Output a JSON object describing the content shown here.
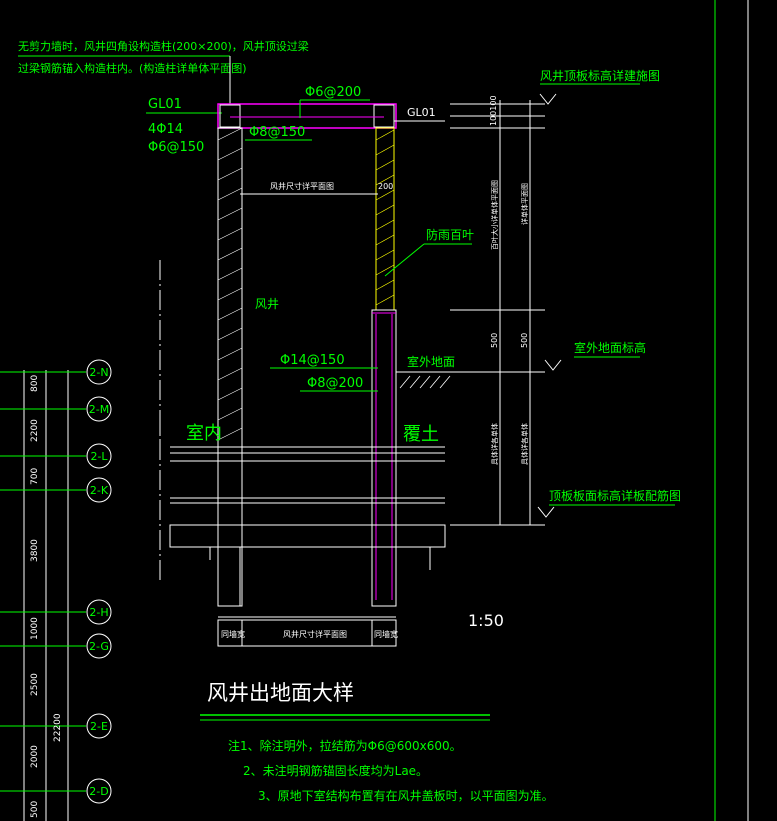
{
  "colors": {
    "background": "#000000",
    "annotation": "#00ff00",
    "wall": "#ffffff",
    "outline": "#ff00ff",
    "hatch_yellow": "#ffff00",
    "dim": "#ffffff",
    "guide": "#00ffff",
    "red": "#ff0000",
    "blue": "#0000ff"
  },
  "notes_top": {
    "line1": "无剪力墙时，风井四角设构造柱(200×200)，风井顶设过梁",
    "line2": "过梁钢筋锚入构造柱内。(构造柱详单体平面图)"
  },
  "labels": {
    "gl01_left": "GL01",
    "gl01_left_rebar": "4Φ14",
    "gl01_left_stirrup": "Φ6@150",
    "gl01_right": "GL01",
    "top_rebar": "Φ6@200",
    "rebar_phi8_150": "Φ8@150",
    "shaft_width_note": "风井尺寸详平面图",
    "dim_200": "200",
    "louver": "防雨百叶",
    "shaft": "风井",
    "rebar_phi14": "Φ14@150",
    "rebar_phi8_200": "Φ8@200",
    "outdoor_ground": "室外地面",
    "indoor": "室内",
    "backfill": "覆土",
    "scale": "1:50",
    "bottom_wall_left": "同墙宽",
    "bottom_center": "风井尺寸详平面图",
    "bottom_wall_right": "同墙宽"
  },
  "right_elevation": {
    "top_note": "风井顶板标高详建施图",
    "mid_note": "室外地面标高",
    "bottom_note": "顶板板面标高详板配筋图",
    "dim_top": "100100",
    "dim_mid_left": "百叶大小详单体平面图",
    "dim_mid_right": "详单体平面图",
    "dim_500_left": "500",
    "dim_500_right": "500",
    "dim_low_left": "具体详各单体",
    "dim_low_right": "具体详各单体"
  },
  "grid_axis": {
    "bubbles": [
      "2-N",
      "2-M",
      "2-L",
      "2-K",
      "2-H",
      "2-G",
      "2-E",
      "2-D"
    ],
    "segment_dims": [
      "800",
      "2200",
      "700",
      "3800",
      "1000",
      "2500",
      "2000",
      "500"
    ],
    "total_dim": "22200"
  },
  "title": "风井出地面大样",
  "notes_bottom": {
    "note1": "注1、除注明外，拉结筋为Φ6@600x600。",
    "note2": "2、未注明钢筋锚固长度均为Lae。",
    "note3": "3、原地下室结构布置有在风井盖板时，以平面图为准。"
  }
}
